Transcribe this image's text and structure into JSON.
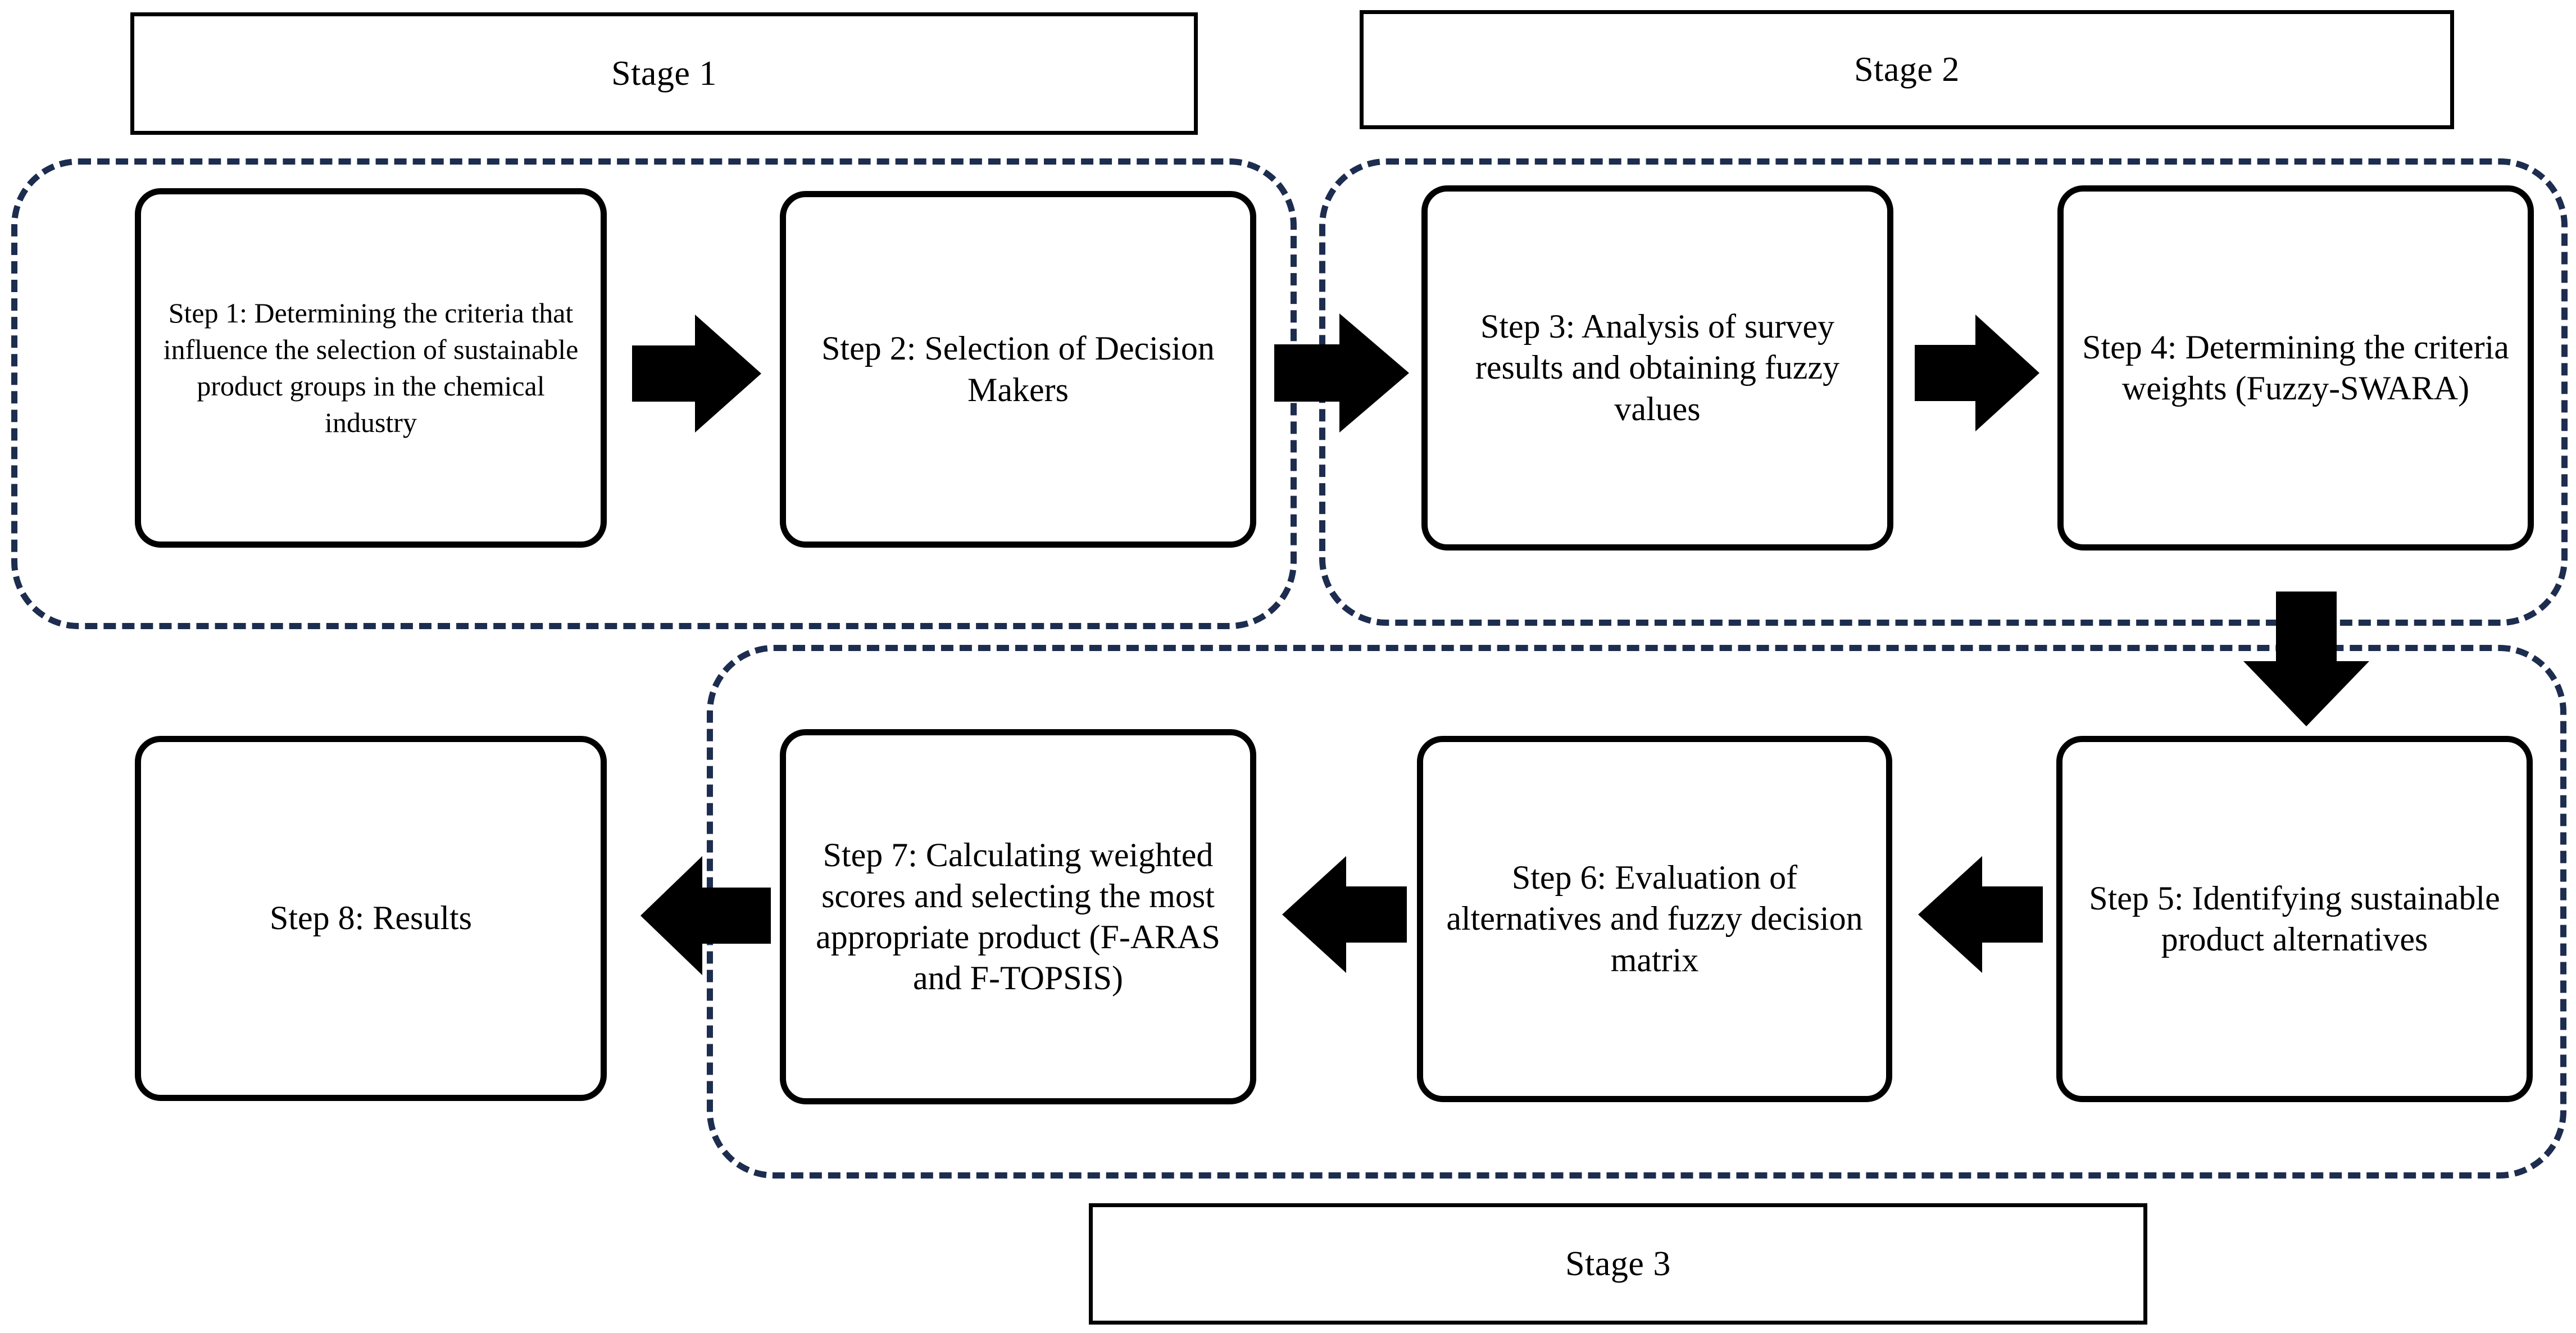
{
  "diagram": {
    "title": "Three-stage fuzzy MCDM methodology flowchart",
    "accent_dashed_color": "#1d2d4f",
    "line_color": "#000000",
    "background_color": "#ffffff"
  },
  "stages": [
    {
      "id": "stage-1",
      "label": "Stage 1"
    },
    {
      "id": "stage-2",
      "label": "Stage 2"
    },
    {
      "id": "stage-3",
      "label": "Stage 3"
    }
  ],
  "steps": [
    {
      "id": "step-1",
      "text": "Step 1: Determining the criteria that influence the selection of sustainable product groups in the chemical industry"
    },
    {
      "id": "step-2",
      "text": "Step 2: Selection of Decision Makers"
    },
    {
      "id": "step-3",
      "text": "Step 3: Analysis of survey results and obtaining fuzzy values"
    },
    {
      "id": "step-4",
      "text": "Step 4: Determining the criteria weights (Fuzzy-SWARA)"
    },
    {
      "id": "step-5",
      "text": "Step 5: Identifying sustainable product alternatives"
    },
    {
      "id": "step-6",
      "text": "Step 6: Evaluation of alternatives and fuzzy decision matrix"
    },
    {
      "id": "step-7",
      "text": "Step 7: Calculating weighted scores and selecting the most appropriate product (F-ARAS and F-TOPSIS)"
    },
    {
      "id": "step-8",
      "text": "Step 8: Results"
    }
  ],
  "connectors": [
    {
      "id": "arrow-step1-step2",
      "direction": "right"
    },
    {
      "id": "arrow-step2-step3",
      "direction": "right"
    },
    {
      "id": "arrow-step3-step4",
      "direction": "right"
    },
    {
      "id": "arrow-step4-step5",
      "direction": "down"
    },
    {
      "id": "arrow-step5-step6",
      "direction": "left"
    },
    {
      "id": "arrow-step6-step7",
      "direction": "left"
    },
    {
      "id": "arrow-step7-step8",
      "direction": "left"
    }
  ]
}
